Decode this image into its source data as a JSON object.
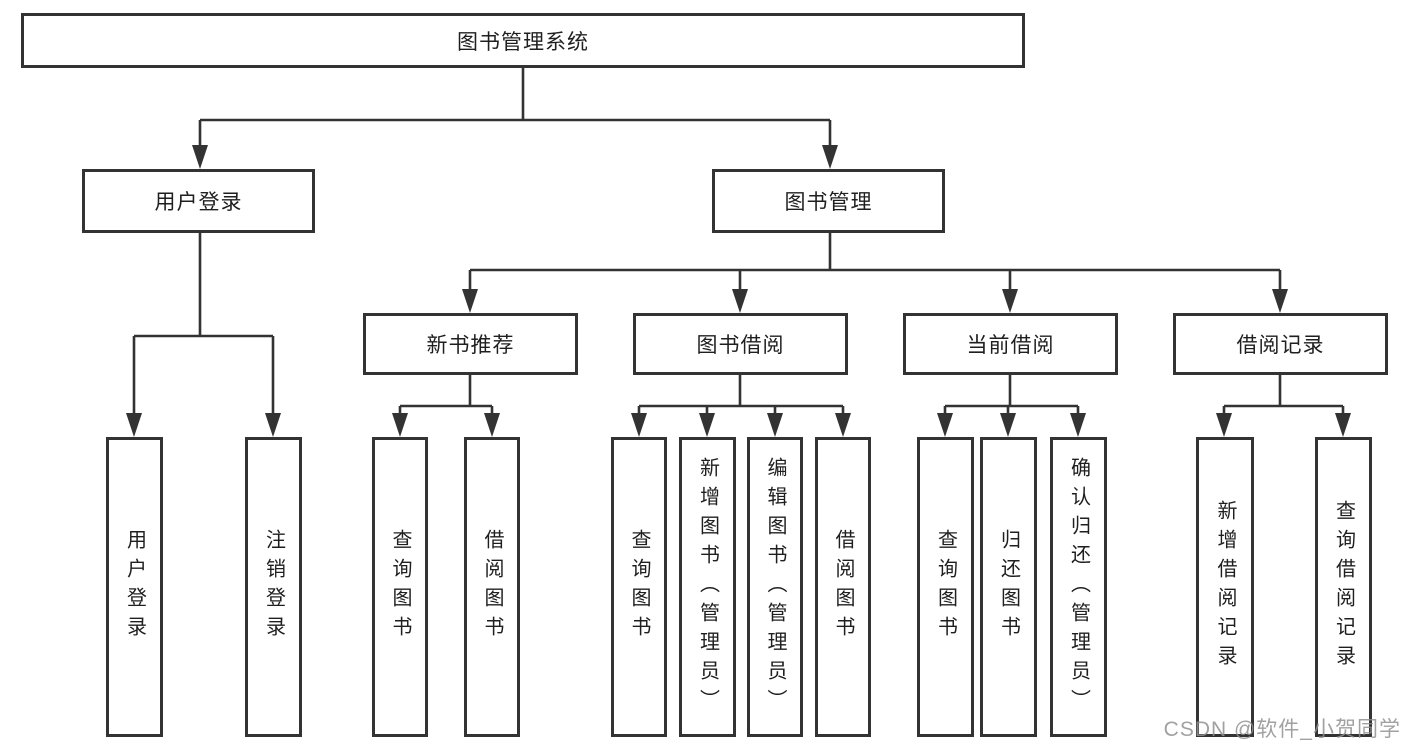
{
  "diagram_type": "hierarchy-tree",
  "colors": {
    "line": "#333333",
    "text": "#1f1f1f",
    "background": "#ffffff",
    "watermark": "#919191"
  },
  "tree": {
    "label": "图书管理系统",
    "children": [
      {
        "label": "用户登录",
        "children": [
          {
            "label": "用户登录"
          },
          {
            "label": "注销登录"
          }
        ]
      },
      {
        "label": "图书管理",
        "children": [
          {
            "label": "新书推荐",
            "children": [
              {
                "label": "查询图书"
              },
              {
                "label": "借阅图书"
              }
            ]
          },
          {
            "label": "图书借阅",
            "children": [
              {
                "label": "查询图书"
              },
              {
                "label": "新增图书（管理员）"
              },
              {
                "label": "编辑图书（管理员）"
              },
              {
                "label": "借阅图书"
              }
            ]
          },
          {
            "label": "当前借阅",
            "children": [
              {
                "label": "查询图书"
              },
              {
                "label": "归还图书"
              },
              {
                "label": "确认归还（管理员）"
              }
            ]
          },
          {
            "label": "借阅记录",
            "children": [
              {
                "label": "新增借阅记录"
              },
              {
                "label": "查询借阅记录"
              }
            ]
          }
        ]
      }
    ]
  },
  "watermark": {
    "text": "CSDN @软件_小贺同学"
  }
}
